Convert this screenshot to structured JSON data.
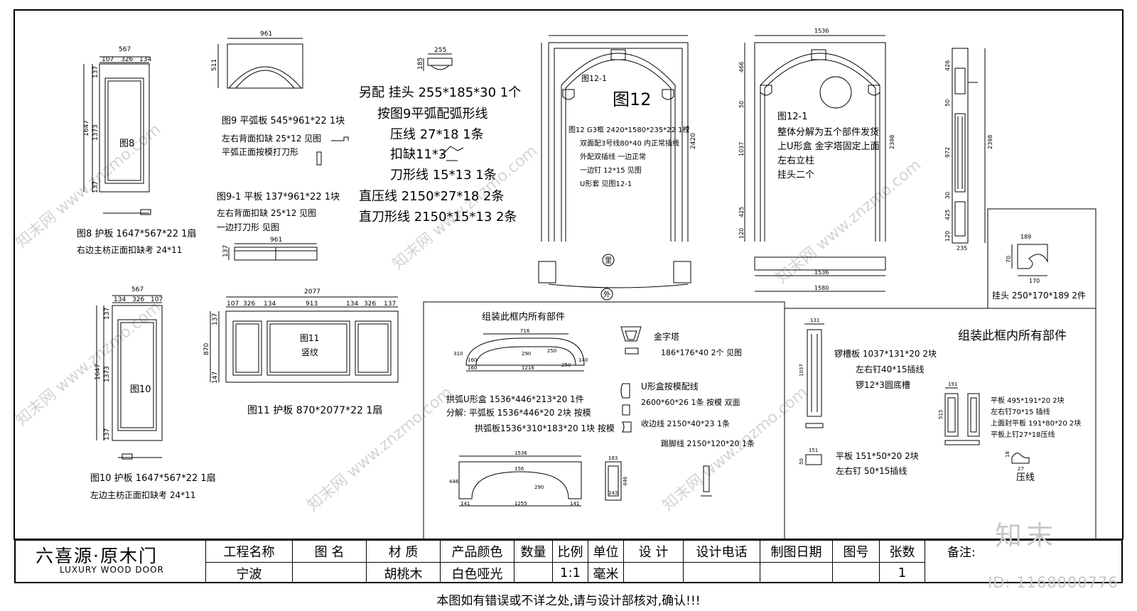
{
  "labels": {
    "fig8_dims_w": "567",
    "fig8_dims_top": [
      "107",
      "326",
      "134"
    ],
    "fig8_dims_left": [
      "137",
      "1373",
      "137"
    ],
    "fig8_total_h": "1647",
    "fig8_name": "图8",
    "fig8_caption": "图8 护板 1647*567*22 1扇",
    "fig8_caption2": "右边主枋正面扣缺考 24*11",
    "fig9_w": "961",
    "fig9_h": "511",
    "fig9_caption": "图9 平弧板 545*961*22 1块",
    "fig9_line2": "左右背面扣缺 25*12 见图",
    "fig9_line3": "平弧正面按模打刀形",
    "fig91_caption": "图9-1 平板 137*961*22 1块",
    "fig91_line2": "左右背面扣缺 25*12 见图",
    "fig91_line3": "一边打刀形 见图",
    "fig91_w": "961",
    "fig91_h": "137",
    "head_dims": [
      "255",
      "185"
    ],
    "extra_lines": [
      "另配 挂头 255*185*30 1个",
      "按图9平弧配弧形线",
      "压线 27*18 1条",
      "扣缺11*3",
      "刀形线 15*13 1条",
      "直压线 2150*27*18 2条",
      "直刀形线 2150*15*13 2条"
    ],
    "fig12_title": "图12",
    "fig12_sub": "图12-1",
    "fig12_h": "2420",
    "fig12_specs": [
      "图12 G3框 2420*1580*235*22 1樘",
      "双面配3号线80*40 内正常插线",
      "外配双插线 一边正常",
      "一边钉 12*15 见图",
      "U形套 见图12-1"
    ],
    "inner_label": "里",
    "outer_label": "外",
    "fig121_title": "图12-1",
    "fig121_lines": [
      "整体分解为五个部件发货",
      "上U形盒 金字塔固定上面",
      "左右立柱",
      "挂头二个"
    ],
    "fig121_w": "1536",
    "fig121_h": "2398",
    "fig121_left_dims": [
      "466",
      "50",
      "1037",
      "425",
      "120"
    ],
    "fig121_bottom_dims": [
      "1536",
      "1580"
    ],
    "col_h": "2398",
    "col_dims": [
      "426",
      "50",
      "972",
      "30",
      "425",
      "120"
    ],
    "col_w": "235",
    "hang_head_caption": "挂头 250*170*189 2件",
    "hang_head_dims": [
      "189",
      "170",
      "70"
    ],
    "fig10_w": "567",
    "fig10_top": [
      "134",
      "326",
      "107"
    ],
    "fig10_left": [
      "137",
      "1373",
      "137"
    ],
    "fig10_total_h": "1647",
    "fig10_name": "图10",
    "fig10_caption": "图10 护板 1647*567*22 1扇",
    "fig10_caption2": "左边主枋正面扣缺考 24*11",
    "fig11_w": "2077",
    "fig11_top": [
      "107",
      "326",
      "134",
      "913",
      "134",
      "326",
      "137"
    ],
    "fig11_left": [
      "137",
      "870",
      "147"
    ],
    "fig11_name": "图11",
    "fig11_sub": "竖纹",
    "fig11_caption": "图11 护板 870*2077*22 1扇",
    "box1_title": "组装此框内所有部件",
    "arch_dims": [
      "716",
      "310",
      "290",
      "250",
      "160",
      "1216",
      "160",
      "140",
      "250"
    ],
    "arch_caption": "拱弧U形盒 1536*446*213*20 1件",
    "arch_line2": "分解: 平弧板 1536*446*20 2块 按模",
    "arch_line3": "拱弧板1536*310*183*20 1块 按模",
    "pyramid_caption": "金字塔",
    "pyramid_line2": "186*176*40 2个 见图",
    "molding_caption": "U形盒按模配线",
    "molding_line2": "2600*60*26 1条 按模 双面",
    "molding_line3": "收边线 2150*40*23 1条",
    "molding_line4": "踢脚线 2150*120*20 1条",
    "flat_arch_dims": [
      "1536",
      "446",
      "156",
      "290",
      "141",
      "1255",
      "141"
    ],
    "u_box_dims": [
      "183",
      "446",
      "143"
    ],
    "box2_title": "组装此框内所有部件",
    "groove_caption": "锣槽板 1037*131*20 2块",
    "groove_line2": "左右钉40*15插线",
    "groove_line3": "锣12*3圆底槽",
    "groove_dims": [
      "131",
      "1037"
    ],
    "flat_caption": "平板 151*50*20 2块",
    "flat_line2": "左右钉 50*15插线",
    "flat_dims": [
      "151",
      "50"
    ],
    "plate_lines": [
      "平板 495*191*20 2块",
      "左右钉70*15 插线",
      "上面封平板 191*80*20 2块",
      "平板上钉27*18压线"
    ],
    "plate_dims": [
      "191",
      "515"
    ],
    "press_caption": "压线",
    "press_dims": [
      "18",
      "27"
    ]
  },
  "title_block": {
    "logo_cn": "六喜源·原木门",
    "logo_en": "LUXURY WOOD DOOR",
    "headers": [
      "工程名称",
      "图 名",
      "材 质",
      "产品颜色",
      "数量",
      "比例",
      "单位",
      "设  计",
      "设计电话",
      "制图日期",
      "图号",
      "张数"
    ],
    "values": [
      "宁波",
      "",
      "胡桃木",
      "白色哑光",
      "",
      "1:1",
      "毫米",
      "",
      "",
      "",
      "",
      "1"
    ],
    "note_label": "备注:"
  },
  "footer": "本图如有错误或不详之处,请与设计部核对,确认!!!",
  "watermark": {
    "brand": "知末",
    "id": "ID: 1168000776",
    "diag_texts": [
      "知末网 www.znzmo.com",
      "知末网 www.znzmo.com",
      "知末网 www.znzmo.com",
      "知末网 www.znzmo.com",
      "知末网 www.znzmo.com",
      "知末网 www.znzmo.com"
    ]
  }
}
